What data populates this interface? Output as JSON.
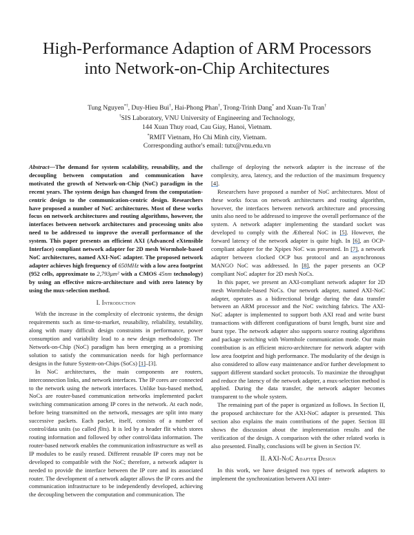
{
  "title": {
    "line1": "High-Performance Adaption of ARM Processors",
    "line2": "into Network-on-Chip Architectures"
  },
  "authors": {
    "names": [
      {
        "name": "Tung Nguyen",
        "mark": "*†",
        "sep": ", "
      },
      {
        "name": "Duy-Hieu Bui",
        "mark": "†",
        "sep": ", "
      },
      {
        "name": "Hai-Phong Phan",
        "mark": "†",
        "sep": ", "
      },
      {
        "name": "Trong-Trinh Dang",
        "mark": "*",
        "sep": " and "
      },
      {
        "name": "Xuan-Tu Tran",
        "mark": "†",
        "sep": ""
      }
    ],
    "aff1_mark": "†",
    "aff1_line1": "SIS Laboratory, VNU University of Engineering and Technology,",
    "aff1_line2": "144 Xuan Thuy road, Cau Giay, Hanoi, Vietnam.",
    "aff2_mark": "*",
    "aff2_line1": "RMIT Vietnam, Ho Chi Minh city, Vietnam.",
    "email": "Corresponding author's email: tutx@vnu.edu.vn"
  },
  "columns": {
    "left": [
      {
        "type": "abstract",
        "parts": [
          {
            "lead": "Abstract—"
          },
          "The demand for system scalability, reusability, and the decoupling between computation and communication have motivated the growth of Network-on-Chip (NoC) paradigm in the recent years. The system design has changed from the computation-centric design to the communication-centric design. Researchers have proposed a number of NoC architectures. Most of these works focus on network architectures and routing algorithms, however, the interfaces between network architectures and processing units also need to be addressed to improve the overall performance of the system. This paper presents an efficient AXI (Advanced eXtensible Interface) compliant network adapter for 2D mesh Wormhole-based NoC architectures, named AXI-NoC adapter. The proposed network adapter achieves high frequency of ",
          {
            "math": "650MHz"
          },
          " with a low area footprint (952 cells, approximate to ",
          {
            "math": "2,793μm²"
          },
          " with a CMOS ",
          {
            "math": "45nm"
          },
          " technology) by using an effective micro-architecture and with zero latency by using the mux-selection method."
        ]
      },
      {
        "type": "heading",
        "parts": [
          "I. Introduction"
        ]
      },
      {
        "type": "p",
        "parts": [
          "With the increase in the complexity of electronic systems, the design requirements such as time-to-market, reusability, reliability, testability, along with many difficult design constraints in performance, power consumption and variability lead to a new design methodology. The Network-on-Chip (NoC) paradigm has been emerging as a promising solution to satisfy the communication needs for high performance designs in the future System-on-Chips (SoCs) ",
          {
            "cite": "[1]"
          },
          "–[3]."
        ]
      },
      {
        "type": "p",
        "parts": [
          "In NoC architectures, the main components are routers, interconnection links, and network interfaces. The IP cores are connected to the network using the network interfaces. Unlike bus-based method, NoCs are router-based communication networks implemented packet switching communication among IP cores in the network. At each node, before being transmitted on the network, messages are split into many successive packets. Each packet, itself, consists of a number of control/data units (so called ",
          {
            "em": "flits"
          },
          "). It is led by a header flit which stores routing information and followed by other control/data information. The router-based network enables the communication infrastructure as well as IP modules to be easily reused. Different reusable IP cores may not be developed to compatible with the NoC; therefore, a network adapter is needed to provide the interface between the IP core and its associated router. The development of a network adapter allows the IP cores and the communication infrastructure to be independently developed, achieving the decoupling between the computation and communication. The"
        ]
      }
    ],
    "right": [
      {
        "type": "pc",
        "parts": [
          "challenge of deploying the network adapter is the increase of the complexity, area, latency, and the reduction of the maximum frequency ",
          {
            "cite": "[4]"
          },
          "."
        ]
      },
      {
        "type": "p",
        "parts": [
          "Researchers have proposed a number of NoC architectures. Most of these works focus on network architectures and routing algorithm, however, the interfaces between network architecture and processing units also need to be addressed to improve the overall performance of the system. A network adapter implementing the standard socket was developed to comply with the Æthereal NoC in ",
          {
            "cite": "[5]"
          },
          ". However, the forward latency of the network adapter is quite high. In ",
          {
            "cite": "[6]"
          },
          ", an OCP-compliant adapter for the Xpipes NoC was presented. In ",
          {
            "cite": "[7]"
          },
          ", a network adapter between clocked OCP bus protocol and an asynchronous MANGO NoC was addressed. In ",
          {
            "cite": "[8]"
          },
          ", the paper presents an OCP compliant NoC adapter for 2D mesh NoCs."
        ]
      },
      {
        "type": "p",
        "parts": [
          "In this paper, we present an AXI-compliant network adapter for 2D mesh Wormhole-based NoCs. Our network adapter, named AXI-NoC adapter, operates as a bidirectional bridge during the data transfer between an ARM processor and the NoC switching fabrics. The AXI-NoC adapter is implemented to support both AXI read and write burst transactions with different configurations of burst length, burst size and burst type. The network adapter also supports source routing algorithms and package switching with Wormhole communication mode. Our main contribution is an efficient micro-architecture for network adapter with low area footprint and high performance. The modularity of the design is also considered to allow easy maintenance and/or further development to support different standard socket protocols. To maximize the throughput and reduce the latency of the network adapter, a mux-selection method is applied. During the data transfer, the network adapter becomes transparent to the whole system."
        ]
      },
      {
        "type": "p",
        "parts": [
          "The remaining part of the paper is organized as follows. In Section II, the proposed architecture for the AXI-NoC adapter is presented. This section also explains the main contributions of the paper. Section III shows the discussion about the implementation results and the verification of the design. A comparison with the other related works is also presented. Finally, conclusions will be given in Section IV."
        ]
      },
      {
        "type": "heading",
        "parts": [
          "II. AXI-NoC Adapter Design"
        ]
      },
      {
        "type": "p",
        "parts": [
          "In this work, we have designed two types of network adapters to implement the synchronization between AXI inter-"
        ]
      }
    ]
  }
}
